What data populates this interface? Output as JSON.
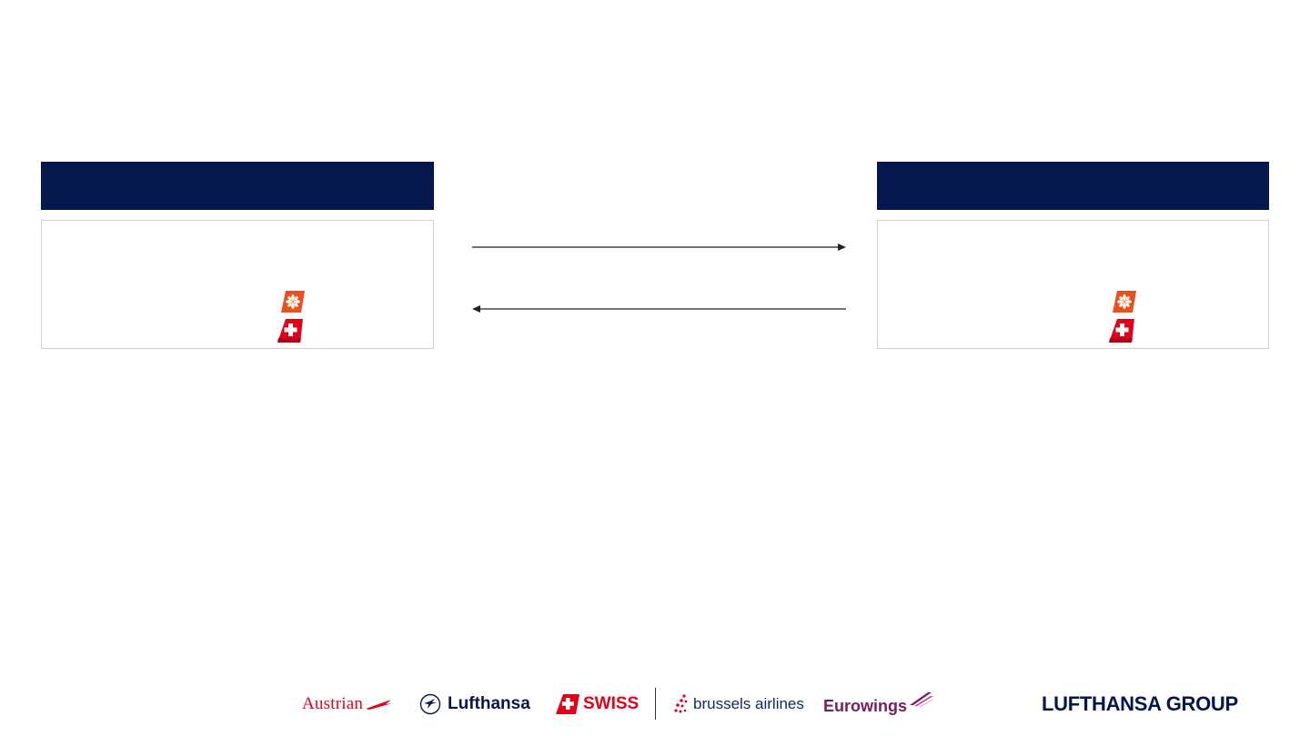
{
  "footer": {
    "brands": {
      "austrian": "Austrian",
      "lufthansa": "Lufthansa",
      "swiss": "SWISS",
      "brussels": "brussels airlines",
      "eurowings": "Eurowings"
    },
    "group_logo": "LUFTHANSA GROUP"
  },
  "colors": {
    "header_navy": "#06174d",
    "swiss_red": "#e3001b",
    "edelweiss_orange": "#e8501f",
    "eurowings_burgundy": "#7a1b5b"
  },
  "icons": {
    "edelweiss_tail": "edelweiss-tail-icon",
    "swiss_tail": "swiss-tail-icon",
    "forward_arrow": "arrow-right-icon",
    "backward_arrow": "arrow-left-icon"
  }
}
